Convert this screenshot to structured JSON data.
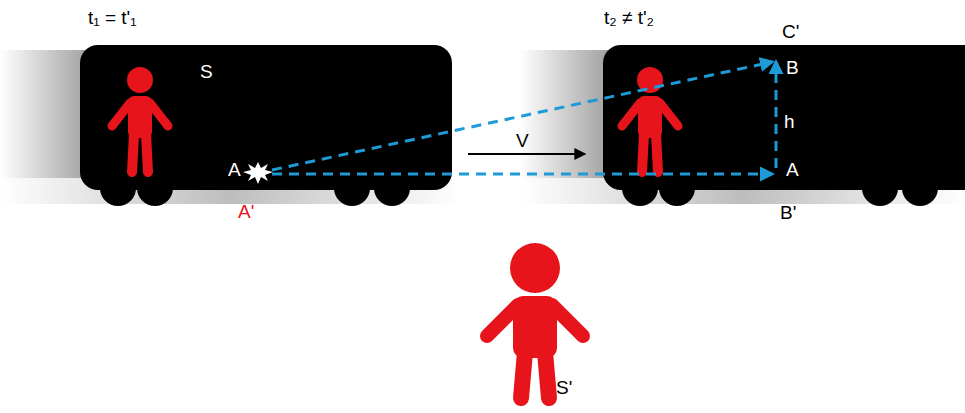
{
  "diagram": {
    "labels": [
      "t₁ = t'₁",
      "S",
      "A",
      "A'",
      "V",
      "t₂ ≠ t'₂",
      "C'",
      "B",
      "h",
      "A",
      "B'",
      "S'"
    ]
  }
}
